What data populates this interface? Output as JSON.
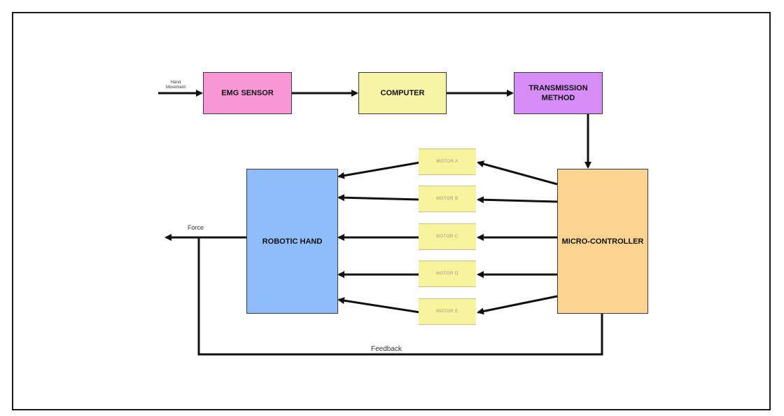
{
  "input_label": "Hand\nMovement",
  "output_label": "Force",
  "feedback_label": "Feedback",
  "blocks": {
    "emg_sensor": {
      "label": "EMG SENSOR",
      "color": "#f797d6"
    },
    "computer": {
      "label": "COMPUTER",
      "color": "#f8f4a6"
    },
    "transmission": {
      "label": "TRANSMISSION\nMETHOD",
      "color": "#d58cf5"
    },
    "micro_controller": {
      "label": "MICRO-CONTROLLER",
      "color": "#fcd48f"
    },
    "robotic_hand": {
      "label": "ROBOTIC HAND",
      "color": "#8fbcfb"
    }
  },
  "motors": [
    "MOTOR A",
    "MOTOR B",
    "MOTOR C",
    "MOTOR D",
    "MOTOR E"
  ]
}
